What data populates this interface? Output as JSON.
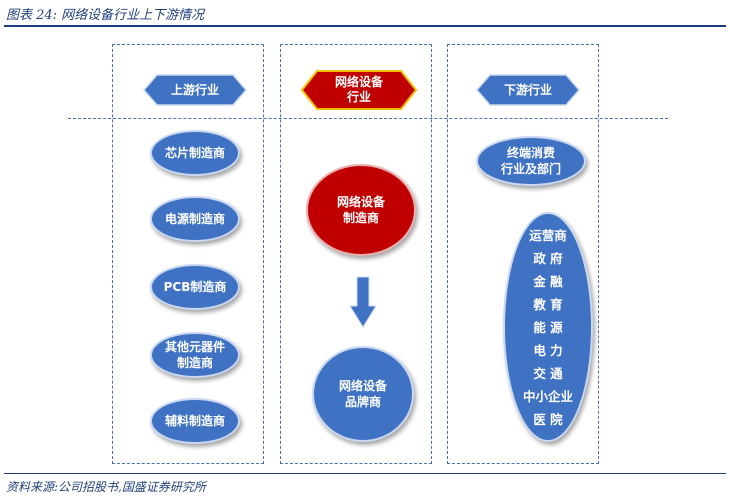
{
  "figure_title": "图表 24:  网络设备行业上下游情况",
  "source": "资料来源:公司招股书,国盛证券研究所",
  "columns": {
    "upstream": {
      "header": "上游行业",
      "items": [
        "芯片制造商",
        "电源制造商",
        "PCB制造商",
        "其他元器件\n制造商",
        "辅料制造商"
      ]
    },
    "middle": {
      "header": "网络设备\n行业",
      "manufacturer": "网络设备\n制造商",
      "brand": "网络设备\n品牌商"
    },
    "downstream": {
      "header": "下游行业",
      "consumer": "终端消费\n行业及部门",
      "customers": [
        "运营商",
        "政 府",
        "金 融",
        "教 育",
        "能 源",
        "电 力",
        "交 通",
        "中小企业",
        "医 院"
      ]
    }
  },
  "colors": {
    "blue_fill": "#3f72c2",
    "red_fill": "#c00000",
    "dash_blue": "#4a6fb0",
    "title_blue": "#1f3f7a"
  }
}
